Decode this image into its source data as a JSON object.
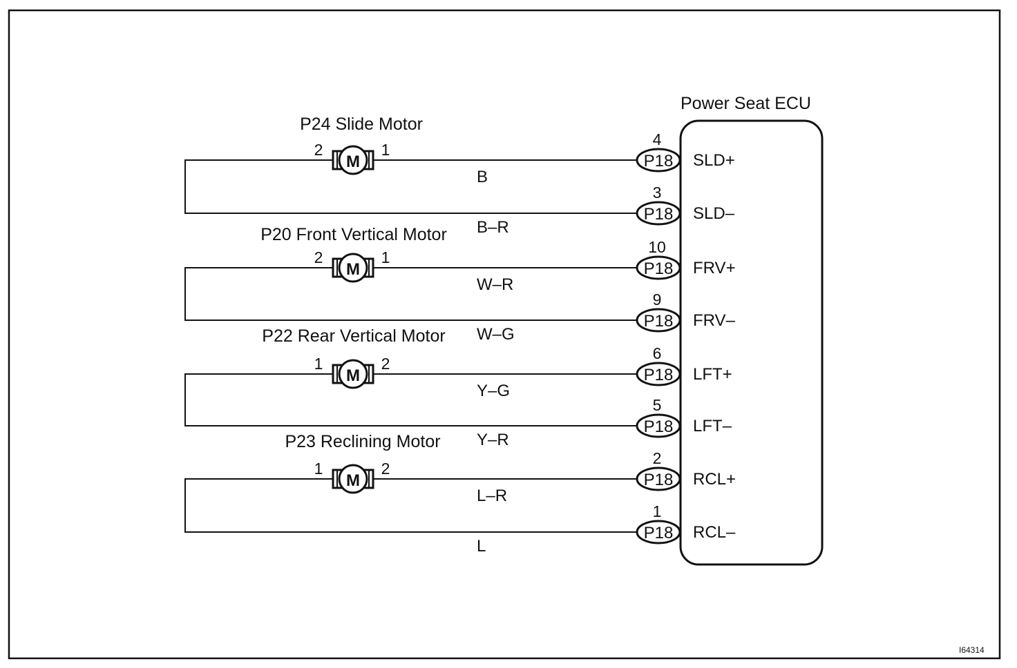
{
  "ecu": {
    "title": "Power Seat ECU"
  },
  "connector_label": "P18",
  "motor_symbol": "M",
  "figure_id": "I64314",
  "motors": [
    {
      "name": "P24 Slide Motor",
      "left_pin": "2",
      "right_pin": "1",
      "top": {
        "wire_color": "B",
        "ecu_pin": "4",
        "ecu_terminal": "SLD+"
      },
      "bottom": {
        "wire_color": "B–R",
        "ecu_pin": "3",
        "ecu_terminal": "SLD–"
      }
    },
    {
      "name": "P20 Front Vertical Motor",
      "left_pin": "2",
      "right_pin": "1",
      "top": {
        "wire_color": "W–R",
        "ecu_pin": "10",
        "ecu_terminal": "FRV+"
      },
      "bottom": {
        "wire_color": "W–G",
        "ecu_pin": "9",
        "ecu_terminal": "FRV–"
      }
    },
    {
      "name": "P22 Rear Vertical Motor",
      "left_pin": "1",
      "right_pin": "2",
      "top": {
        "wire_color": "Y–G",
        "ecu_pin": "6",
        "ecu_terminal": "LFT+"
      },
      "bottom": {
        "wire_color": "Y–R",
        "ecu_pin": "5",
        "ecu_terminal": "LFT–"
      }
    },
    {
      "name": "P23 Reclining Motor",
      "left_pin": "1",
      "right_pin": "2",
      "top": {
        "wire_color": "L–R",
        "ecu_pin": "2",
        "ecu_terminal": "RCL+"
      },
      "bottom": {
        "wire_color": "L",
        "ecu_pin": "1",
        "ecu_terminal": "RCL–"
      }
    }
  ]
}
